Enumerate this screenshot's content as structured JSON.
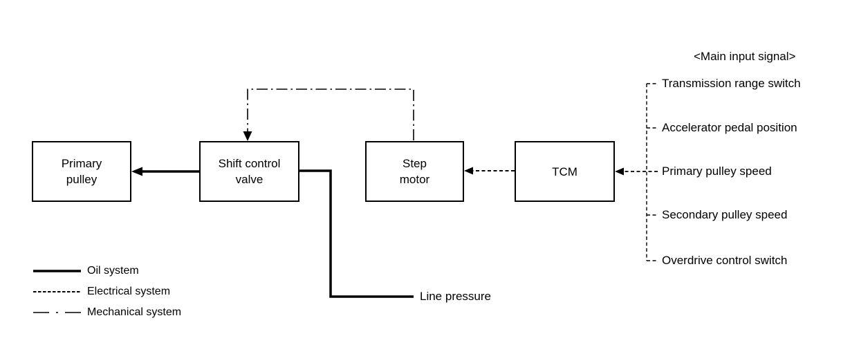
{
  "diagram": {
    "title": "<Main input signal>",
    "nodes": {
      "primary_pulley": {
        "label": "Primary\npulley"
      },
      "shift_control_valve": {
        "label": "Shift control\nvalve"
      },
      "step_motor": {
        "label": "Step\nmotor"
      },
      "tcm": {
        "label": "TCM"
      }
    },
    "labels": {
      "line_pressure": "Line pressure"
    },
    "signals": [
      "Transmission range switch",
      "Accelerator pedal position",
      "Primary pulley speed",
      "Secondary pulley speed",
      "Overdrive control switch"
    ],
    "legend": [
      {
        "id": "oil",
        "label": "Oil system"
      },
      {
        "id": "electrical",
        "label": "Electrical system"
      },
      {
        "id": "mechanical",
        "label": "Mechanical system"
      }
    ],
    "colors": {
      "line": "#000000",
      "background": "#ffffff"
    }
  }
}
